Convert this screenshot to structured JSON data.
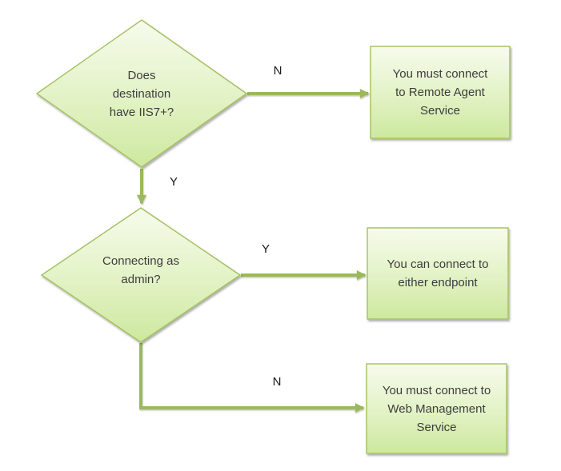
{
  "diagram": {
    "title": "IIS deployment connection decision flowchart",
    "colors": {
      "background": "#ffffff",
      "shape_fill_top": "#f4fae7",
      "shape_fill_bottom": "#cde89e",
      "shape_border": "#a3c05f",
      "arrow": "#9bb95a",
      "shape_text": "#3d3d3d",
      "label_text": "#1a1a1a"
    },
    "decisions": {
      "iis7": {
        "text": "Does\ndestination\nhave IIS7+?"
      },
      "admin": {
        "text": "Connecting as\nadmin?"
      }
    },
    "results": {
      "remote_agent": {
        "text": "You must connect\nto Remote Agent\nService"
      },
      "either_endpoint": {
        "text": "You can connect to\neither endpoint"
      },
      "web_management": {
        "text": "You must connect to\nWeb Management\nService"
      }
    },
    "edges": {
      "iis7_no": "N",
      "iis7_yes": "Y",
      "admin_yes": "Y",
      "admin_no": "N"
    }
  }
}
